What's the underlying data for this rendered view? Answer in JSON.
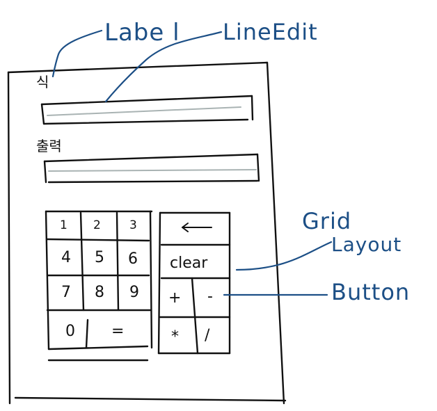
{
  "form": {
    "label1": "식",
    "label2": "출력",
    "keypad": {
      "k1": "1",
      "k2": "2",
      "k3": "3",
      "k4": "4",
      "k5": "5",
      "k6": "6",
      "k7": "7",
      "k8": "8",
      "k9": "9",
      "k0": "0",
      "equals": "=",
      "back": "←",
      "clear": "clear",
      "plus": "+",
      "minus": "-",
      "times": "*",
      "divide": "/"
    }
  },
  "annotations": {
    "label": "Labe l",
    "lineedit": "LineEdit",
    "grid_1": "Grid",
    "grid_2": "Layout",
    "button": "Button"
  },
  "colors": {
    "ink": "#111111",
    "annotation": "#1c4f86",
    "field_line": "#a9b3b3"
  }
}
